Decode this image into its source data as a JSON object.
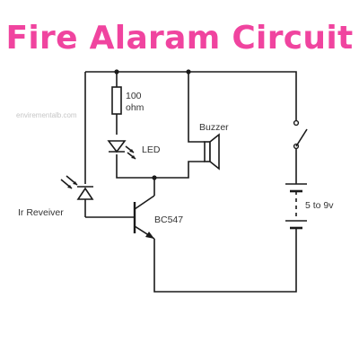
{
  "title": "Fire Alaram Circuit",
  "labels": {
    "resistor_value": "100",
    "resistor_unit": "ohm",
    "led": "LED",
    "buzzer": "Buzzer",
    "receiver": "Ir Reveiver",
    "transistor": "BC547",
    "supply": "5 to 9v"
  },
  "watermark": "envirementalb.com",
  "colors": {
    "title": "#f0449f",
    "wire": "#1a1a1a",
    "label": "#333333"
  },
  "icons": [
    "resistor-icon",
    "led-icon",
    "buzzer-icon",
    "ir-receiver-icon",
    "npn-transistor-icon",
    "switch-icon",
    "battery-icon"
  ]
}
